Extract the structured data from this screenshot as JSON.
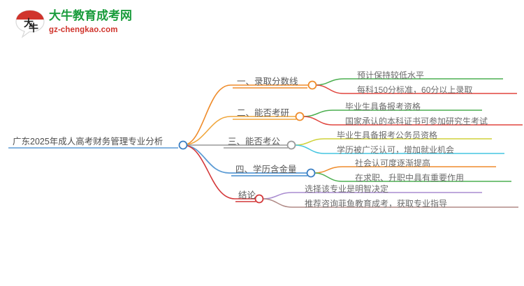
{
  "logo": {
    "mark_icon": "speech-bubble-logo-icon",
    "mark_text": "大牛",
    "title": "大牛教育成考网",
    "subtitle": "gz-chengkao.com",
    "title_color": "#1a9c3c",
    "subtitle_color": "#d0342c",
    "mark_color": "#d0342c"
  },
  "mindmap": {
    "root": {
      "label": "广东2025年成人高考财务管理专业分析",
      "node_color": "#3b7fc4"
    },
    "branches": [
      {
        "label": "一、录取分数线",
        "color": "#ef8c2b",
        "node_color": "#ef8c2b",
        "children": [
          {
            "label": "预计保持较低水平",
            "color": "#4caf50"
          },
          {
            "label": "每科150分标准，60分以上录取",
            "color": "#e0453e"
          }
        ]
      },
      {
        "label": "二、能否考研",
        "color": "#f0a63c",
        "node_color": "#ef8c2b",
        "children": [
          {
            "label": "毕业生具备报考资格",
            "color": "#4caf50"
          },
          {
            "label": "国家承认的本科证书可参加研究生考试",
            "color": "#e0453e"
          }
        ]
      },
      {
        "label": "三、能否考公",
        "color": "#9a9a9a",
        "node_color": "#9a9a9a",
        "children": [
          {
            "label": "毕业生具备报考公务员资格",
            "color": "#cfd23a"
          },
          {
            "label": "学历被广泛认可，增加就业机会",
            "color": "#45c5e0"
          }
        ]
      },
      {
        "label": "四、学历含金量",
        "color": "#5b9bd5",
        "node_color": "#3b7fc4",
        "children": [
          {
            "label": "社会认可度逐渐提高",
            "color": "#ef8c2b"
          },
          {
            "label": "在求职、升职中具有重要作用",
            "color": "#4caf50"
          }
        ]
      },
      {
        "label": "结论",
        "color": "#d4383a",
        "node_color": "#d4383a",
        "children": [
          {
            "label": "选择该专业是明智决定",
            "color": "#a98cd0"
          },
          {
            "label": "推荐咨询菲鱼教育成考，获取专业指导",
            "color": "#b08a86"
          }
        ]
      }
    ]
  }
}
